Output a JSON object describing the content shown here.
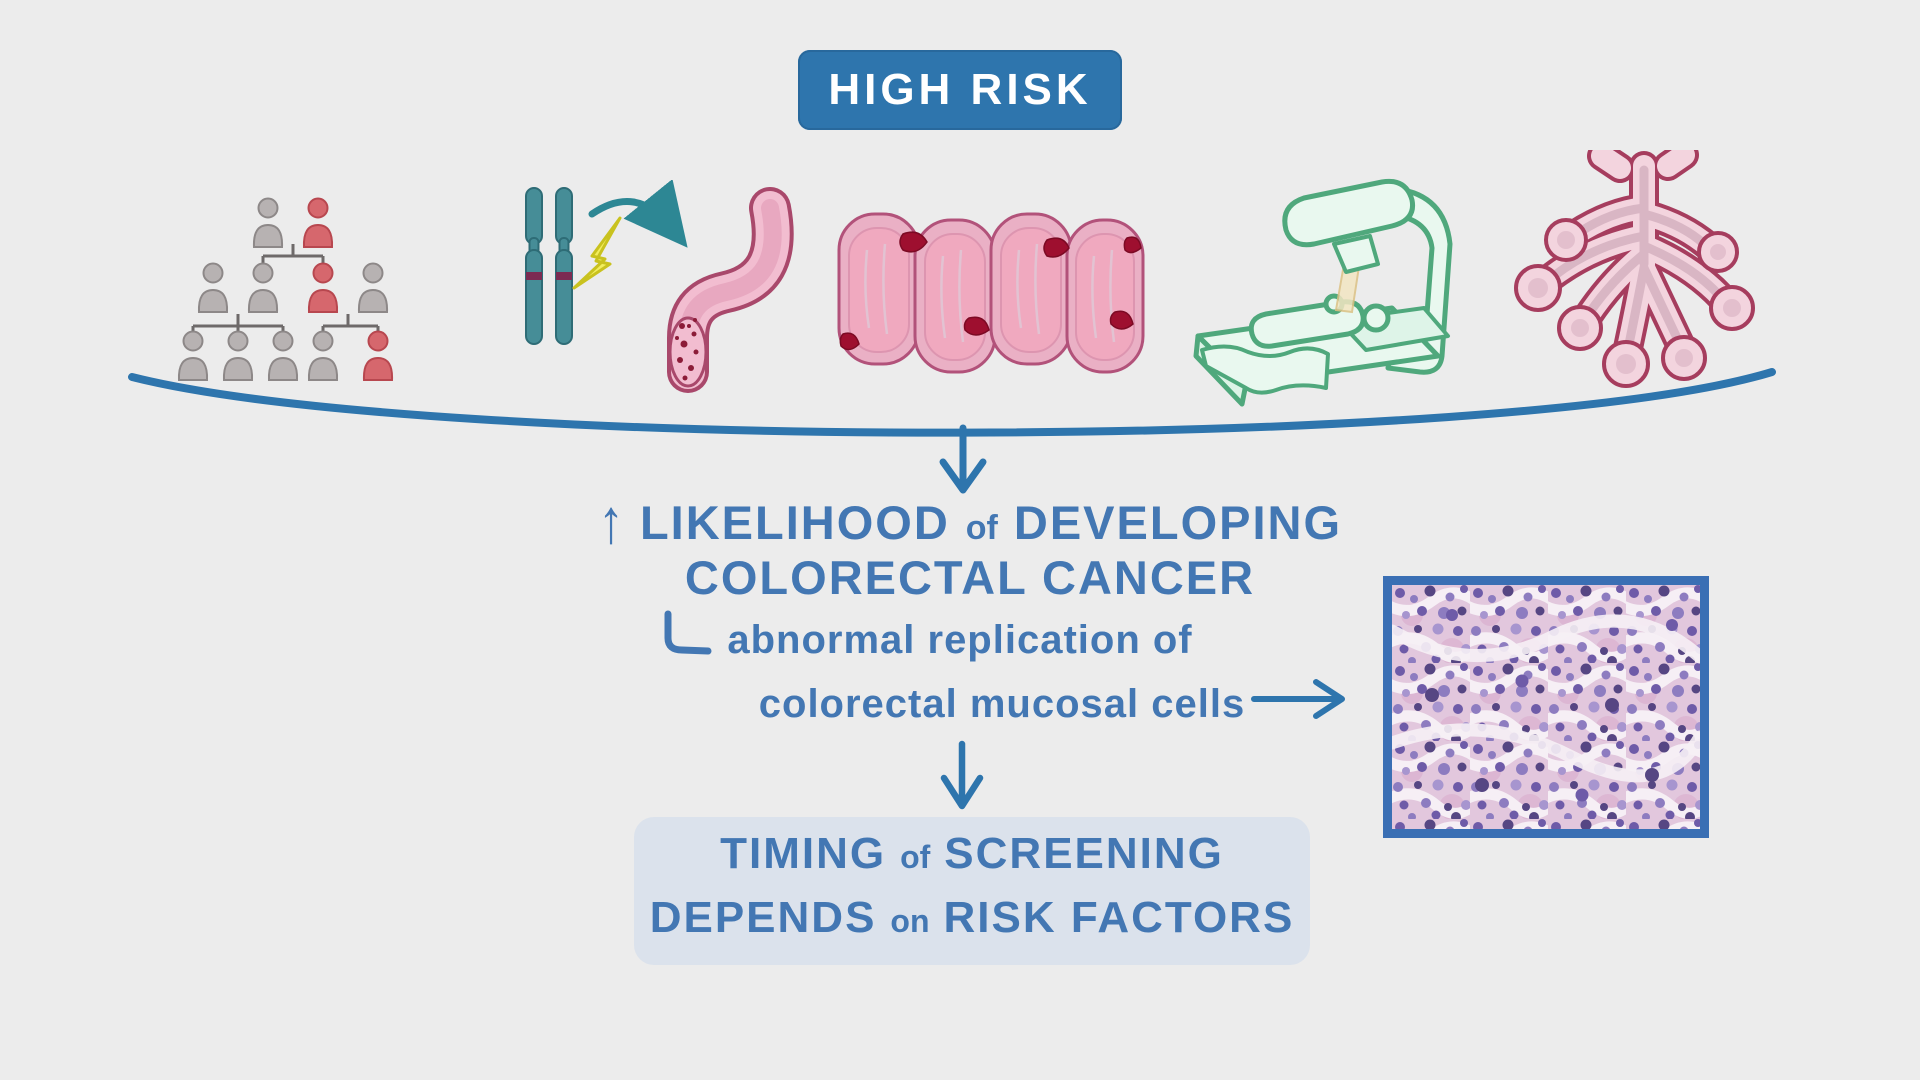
{
  "banner": {
    "label": "HIGH RISK"
  },
  "heading": {
    "arrow_glyph": "↑",
    "word1": "LIKELIHOOD",
    "word2": "of",
    "word3": "DEVELOPING",
    "line2": "COLORECTAL CANCER"
  },
  "note": {
    "line1": "abnormal replication of",
    "line2": "colorectal mucosal cells"
  },
  "conclusion": {
    "w1": "TIMING",
    "w2": "of",
    "w3": "SCREENING",
    "w4": "DEPENDS",
    "w5": "on",
    "w6": "RISK FACTORS"
  },
  "icons": [
    {
      "name": "family-tree-illustration"
    },
    {
      "name": "chromosome-mutation-colon-illustration"
    },
    {
      "name": "inflamed-colon-illustration"
    },
    {
      "name": "microscope-over-patient-illustration"
    },
    {
      "name": "branching-adenoma-illustration"
    },
    {
      "name": "histology-micrograph"
    }
  ],
  "colors": {
    "background": "#ececec",
    "accent_blue": "#2e75ad",
    "text_blue": "#4377b3",
    "box_fill": "#dbe2ec",
    "histology_border": "#3a6fb4",
    "affected_red": "#d6676d",
    "unaffected_gray": "#b7b2b2",
    "chromosome_teal": "#468d97",
    "lightning_yellow": "#f2ee5f",
    "colon_pink": "#f3bdce",
    "lesion_red": "#9e0f2f",
    "microscope_green": "#4fa87c"
  }
}
